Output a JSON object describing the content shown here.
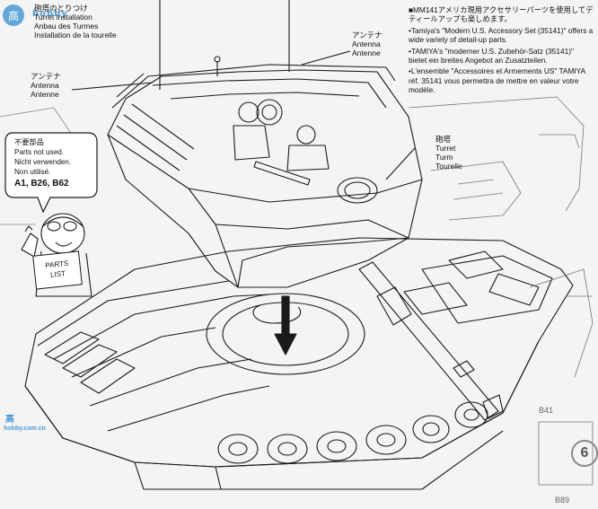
{
  "page": {
    "background": "#f4f4f2",
    "ink": "#111111",
    "watermark_color": "#4a9ad6"
  },
  "watermarks": {
    "top_left_logo_text": "hobby",
    "left_middle_logo": "高",
    "left_middle_url": "hobby.com.cn"
  },
  "title": {
    "jp": "砲塔のとりつけ",
    "en": "Turret installation",
    "de": "Anbau des Turmes",
    "fr": "Installation de la tourelle"
  },
  "callouts": {
    "antenna_right": {
      "jp": "アンテナ",
      "en": "Antenna",
      "de": "Antenne"
    },
    "antenna_left": {
      "jp": "アンテナ",
      "en": "Antenna",
      "de": "Antenne"
    },
    "turret": {
      "jp": "砲塔",
      "en": "Turret",
      "de": "Turm",
      "fr": "Tourelle"
    }
  },
  "speech_bubble": {
    "jp": "不要部品",
    "en": "Parts not used.",
    "de": "Nicht verwenden.",
    "fr": "Non utilisé.",
    "parts": "A1, B26, B62"
  },
  "parts_list_sign": {
    "line1": "PARTS",
    "line2": "LIST"
  },
  "notes": {
    "jp": "MM141アメリカ現用アクセサリーパーツを使用してデティールアップも楽しめます。",
    "en": "Tamiya's \"Modern U.S. Accessory Set (35141)\" offers a wide variety of detail-up parts.",
    "de": "TAMIYA's \"moderner U.S. Zubehör-Satz (35141)\" bietet ein breites Angebot an Zusatzteilen.",
    "fr": "L'ensemble \"Accessoires et Armements US\" TAMIYA réf. 35141 vous permettra de mettre en valeur votre modèle."
  },
  "corner": {
    "step_number": "6",
    "part_ref": "B41",
    "footer_ref": "B89"
  }
}
